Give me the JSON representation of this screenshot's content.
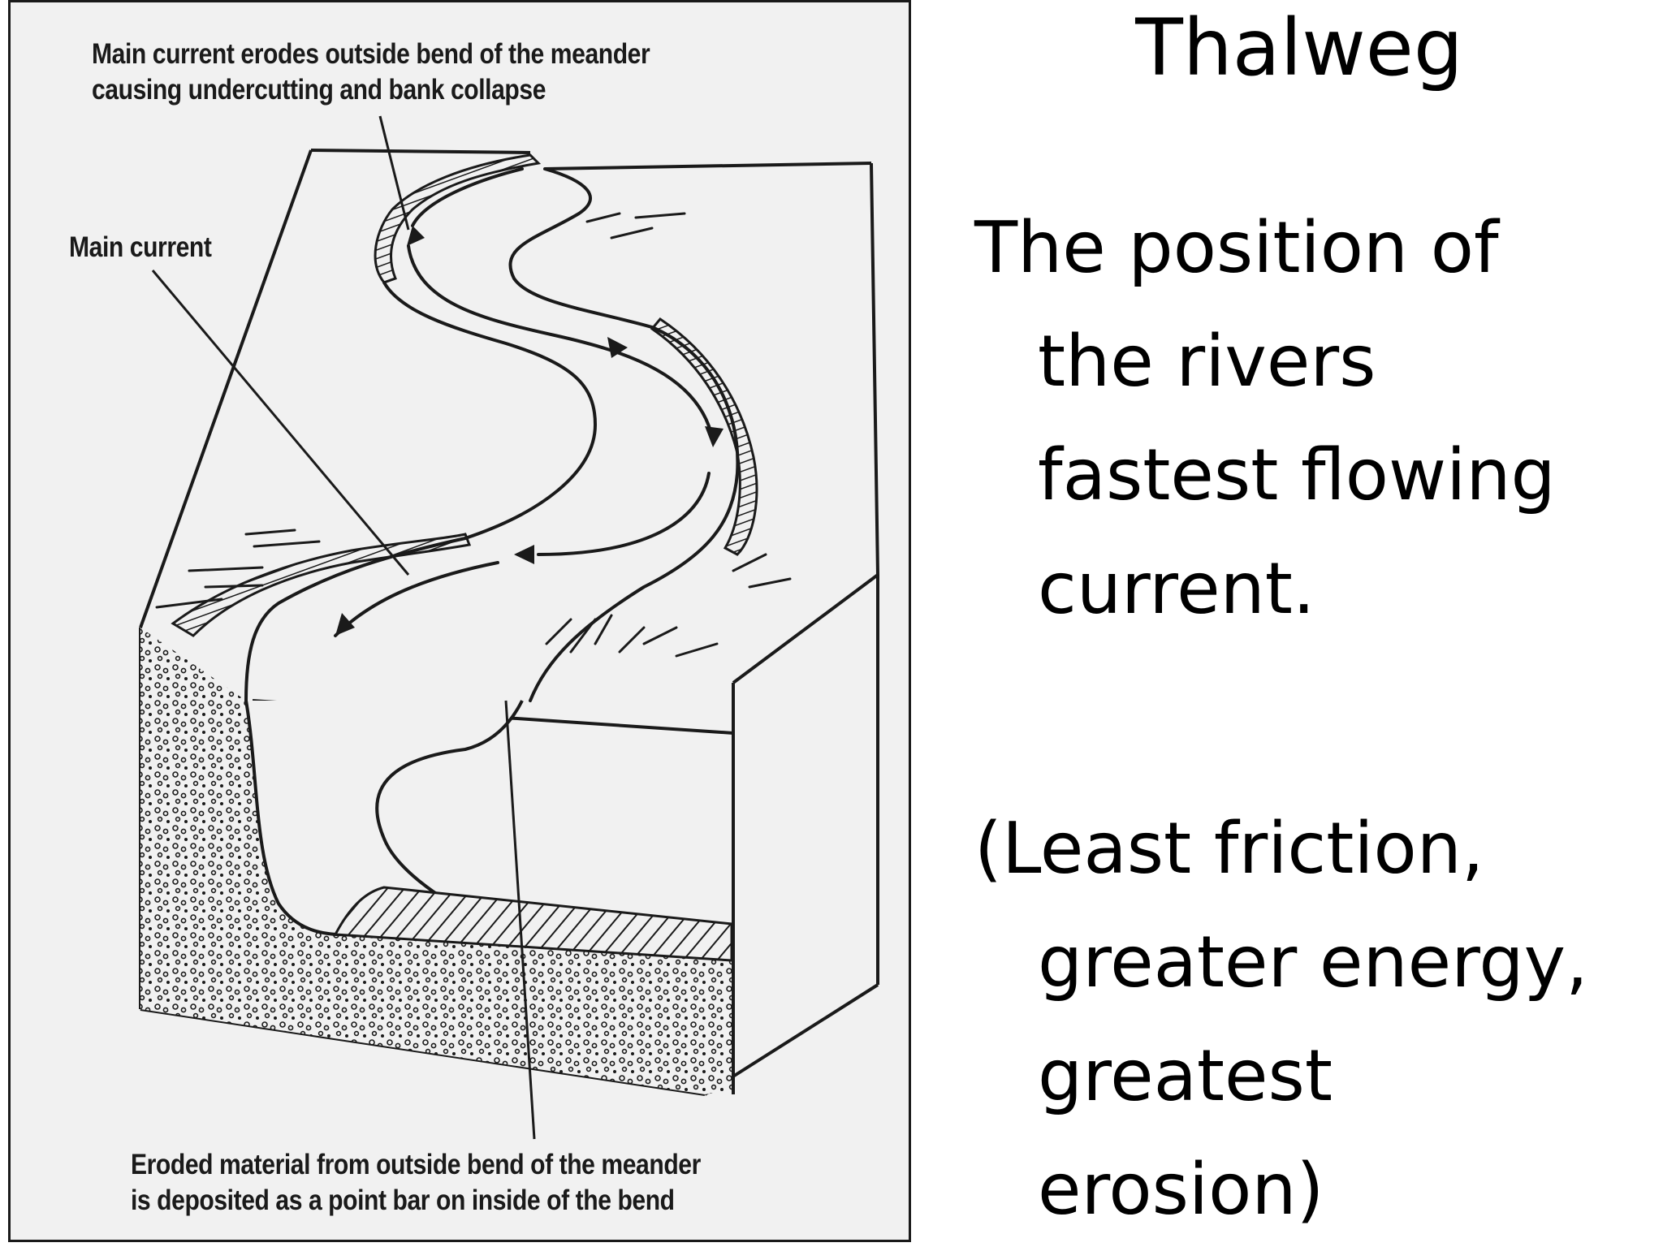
{
  "slide": {
    "title": "Thalweg"
  },
  "figure": {
    "labels": {
      "top_line1": "Main current erodes outside bend of the meander",
      "top_line2": "causing undercutting and bank collapse",
      "main_current": "Main current",
      "bottom_line1": "Eroded material from outside bend of the meander",
      "bottom_line2": "is deposited as a point bar on inside of the bend"
    }
  },
  "content": {
    "definition_lines": [
      "The position of",
      "the rivers",
      "fastest flowing",
      "current."
    ],
    "note_lines": [
      "(Least friction,",
      "greater energy,",
      "greatest",
      "erosion)"
    ]
  }
}
